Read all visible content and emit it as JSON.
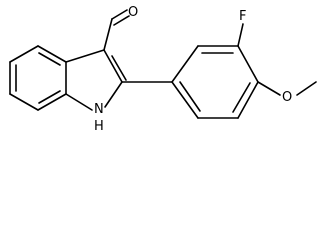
{
  "molecule": {
    "atoms": {
      "oxygen_aldehyde": "O",
      "fluorine": "F",
      "oxygen_methoxy": "O",
      "nitrogen_hydrogen": "H",
      "nitrogen": "N"
    },
    "colors": {
      "bond": "#000000",
      "label": "#000000",
      "background": "#ffffff"
    }
  }
}
